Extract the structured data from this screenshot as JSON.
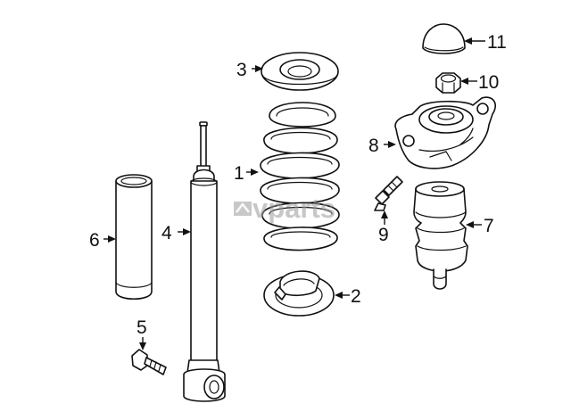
{
  "watermark": {
    "brand": "vparts"
  },
  "callouts": {
    "c1": "1",
    "c2": "2",
    "c3": "3",
    "c4": "4",
    "c5": "5",
    "c6": "6",
    "c7": "7",
    "c8": "8",
    "c9": "9",
    "c10": "10",
    "c11": "11"
  },
  "colors": {
    "line": "#111111",
    "background": "#ffffff",
    "watermark": "#9a9a9a"
  }
}
